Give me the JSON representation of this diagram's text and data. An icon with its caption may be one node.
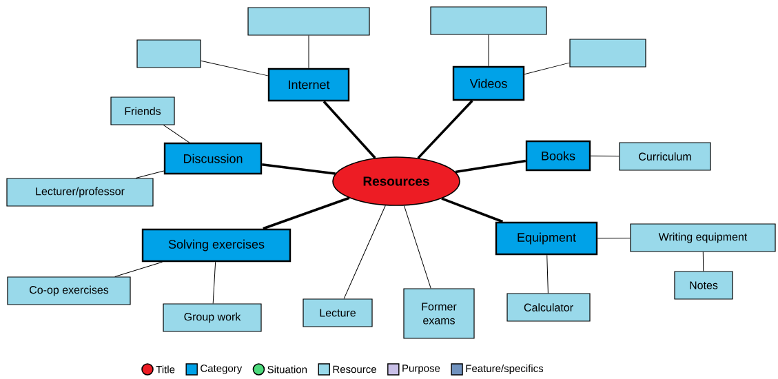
{
  "diagram": {
    "nodes": [
      {
        "text": [
          "Resources"
        ]
      },
      {
        "text": [
          "Internet"
        ]
      },
      {
        "text": [],
        "shape": "box"
      },
      {
        "text": [],
        "shape": "box"
      },
      {
        "text": [
          "Videos"
        ]
      },
      {
        "text": [],
        "shape": "box"
      },
      {
        "text": [],
        "shape": "box"
      },
      {
        "text": [
          "Discussion"
        ]
      },
      {
        "text": [
          "Friends"
        ]
      },
      {
        "text": [
          "Lecturer/professor"
        ]
      },
      {
        "text": [
          "Books"
        ]
      },
      {
        "text": [
          "Curriculum"
        ]
      },
      {
        "text": [
          "Solving exercises"
        ]
      },
      {
        "text": [
          "Co-op exercises"
        ]
      },
      {
        "text": [
          "Group work"
        ]
      },
      {
        "text": [
          "Lecture"
        ]
      },
      {
        "text": [
          "Former exams"
        ]
      },
      {
        "text": [
          "Equipment"
        ]
      },
      {
        "text": [
          "Writing equipment"
        ]
      },
      {
        "text": [
          "Notes"
        ]
      },
      {
        "text": [
          "Calculator"
        ]
      }
    ],
    "edges": [
      {
        "from": 0,
        "to": 1,
        "arrow": "none",
        "style": "thick"
      },
      {
        "from": 1,
        "to": 2,
        "arrow": "none"
      },
      {
        "from": 1,
        "to": 3,
        "arrow": "none"
      },
      {
        "from": 0,
        "to": 4,
        "arrow": "none",
        "style": "thick"
      },
      {
        "from": 4,
        "to": 5,
        "arrow": "none"
      },
      {
        "from": 4,
        "to": 6,
        "arrow": "none"
      },
      {
        "from": 0,
        "to": 7,
        "arrow": "none",
        "style": "thick"
      },
      {
        "from": 7,
        "to": 8,
        "arrow": "none"
      },
      {
        "from": 7,
        "to": 9,
        "arrow": "none"
      },
      {
        "from": 0,
        "to": 10,
        "arrow": "none",
        "style": "thick"
      },
      {
        "from": 10,
        "to": 11,
        "arrow": "none"
      },
      {
        "from": 0,
        "to": 12,
        "arrow": "none",
        "style": "thick"
      },
      {
        "from": 12,
        "to": 13,
        "arrow": "none"
      },
      {
        "from": 12,
        "to": 14,
        "arrow": "none"
      },
      {
        "from": 0,
        "to": 15,
        "arrow": "none"
      },
      {
        "from": 0,
        "to": 16,
        "arrow": "none"
      },
      {
        "from": 0,
        "to": 17,
        "arrow": "none",
        "style": "thick"
      },
      {
        "from": 17,
        "to": 18,
        "arrow": "none"
      },
      {
        "from": 18,
        "to": 19,
        "arrow": "none"
      },
      {
        "from": 17,
        "to": 20,
        "arrow": "none"
      }
    ],
    "legend": [
      {
        "text": "Title",
        "color": "#ed1c24"
      },
      {
        "text": "Category",
        "color": "#00a2e8"
      },
      {
        "text": "Situation",
        "color": "#4cd97b"
      },
      {
        "text": "Resource",
        "color": "#99d9ea"
      },
      {
        "text": "Purpose",
        "color": "#c8bfe7"
      },
      {
        "text": "Feature/specifics",
        "color": "#7092be"
      }
    ]
  }
}
